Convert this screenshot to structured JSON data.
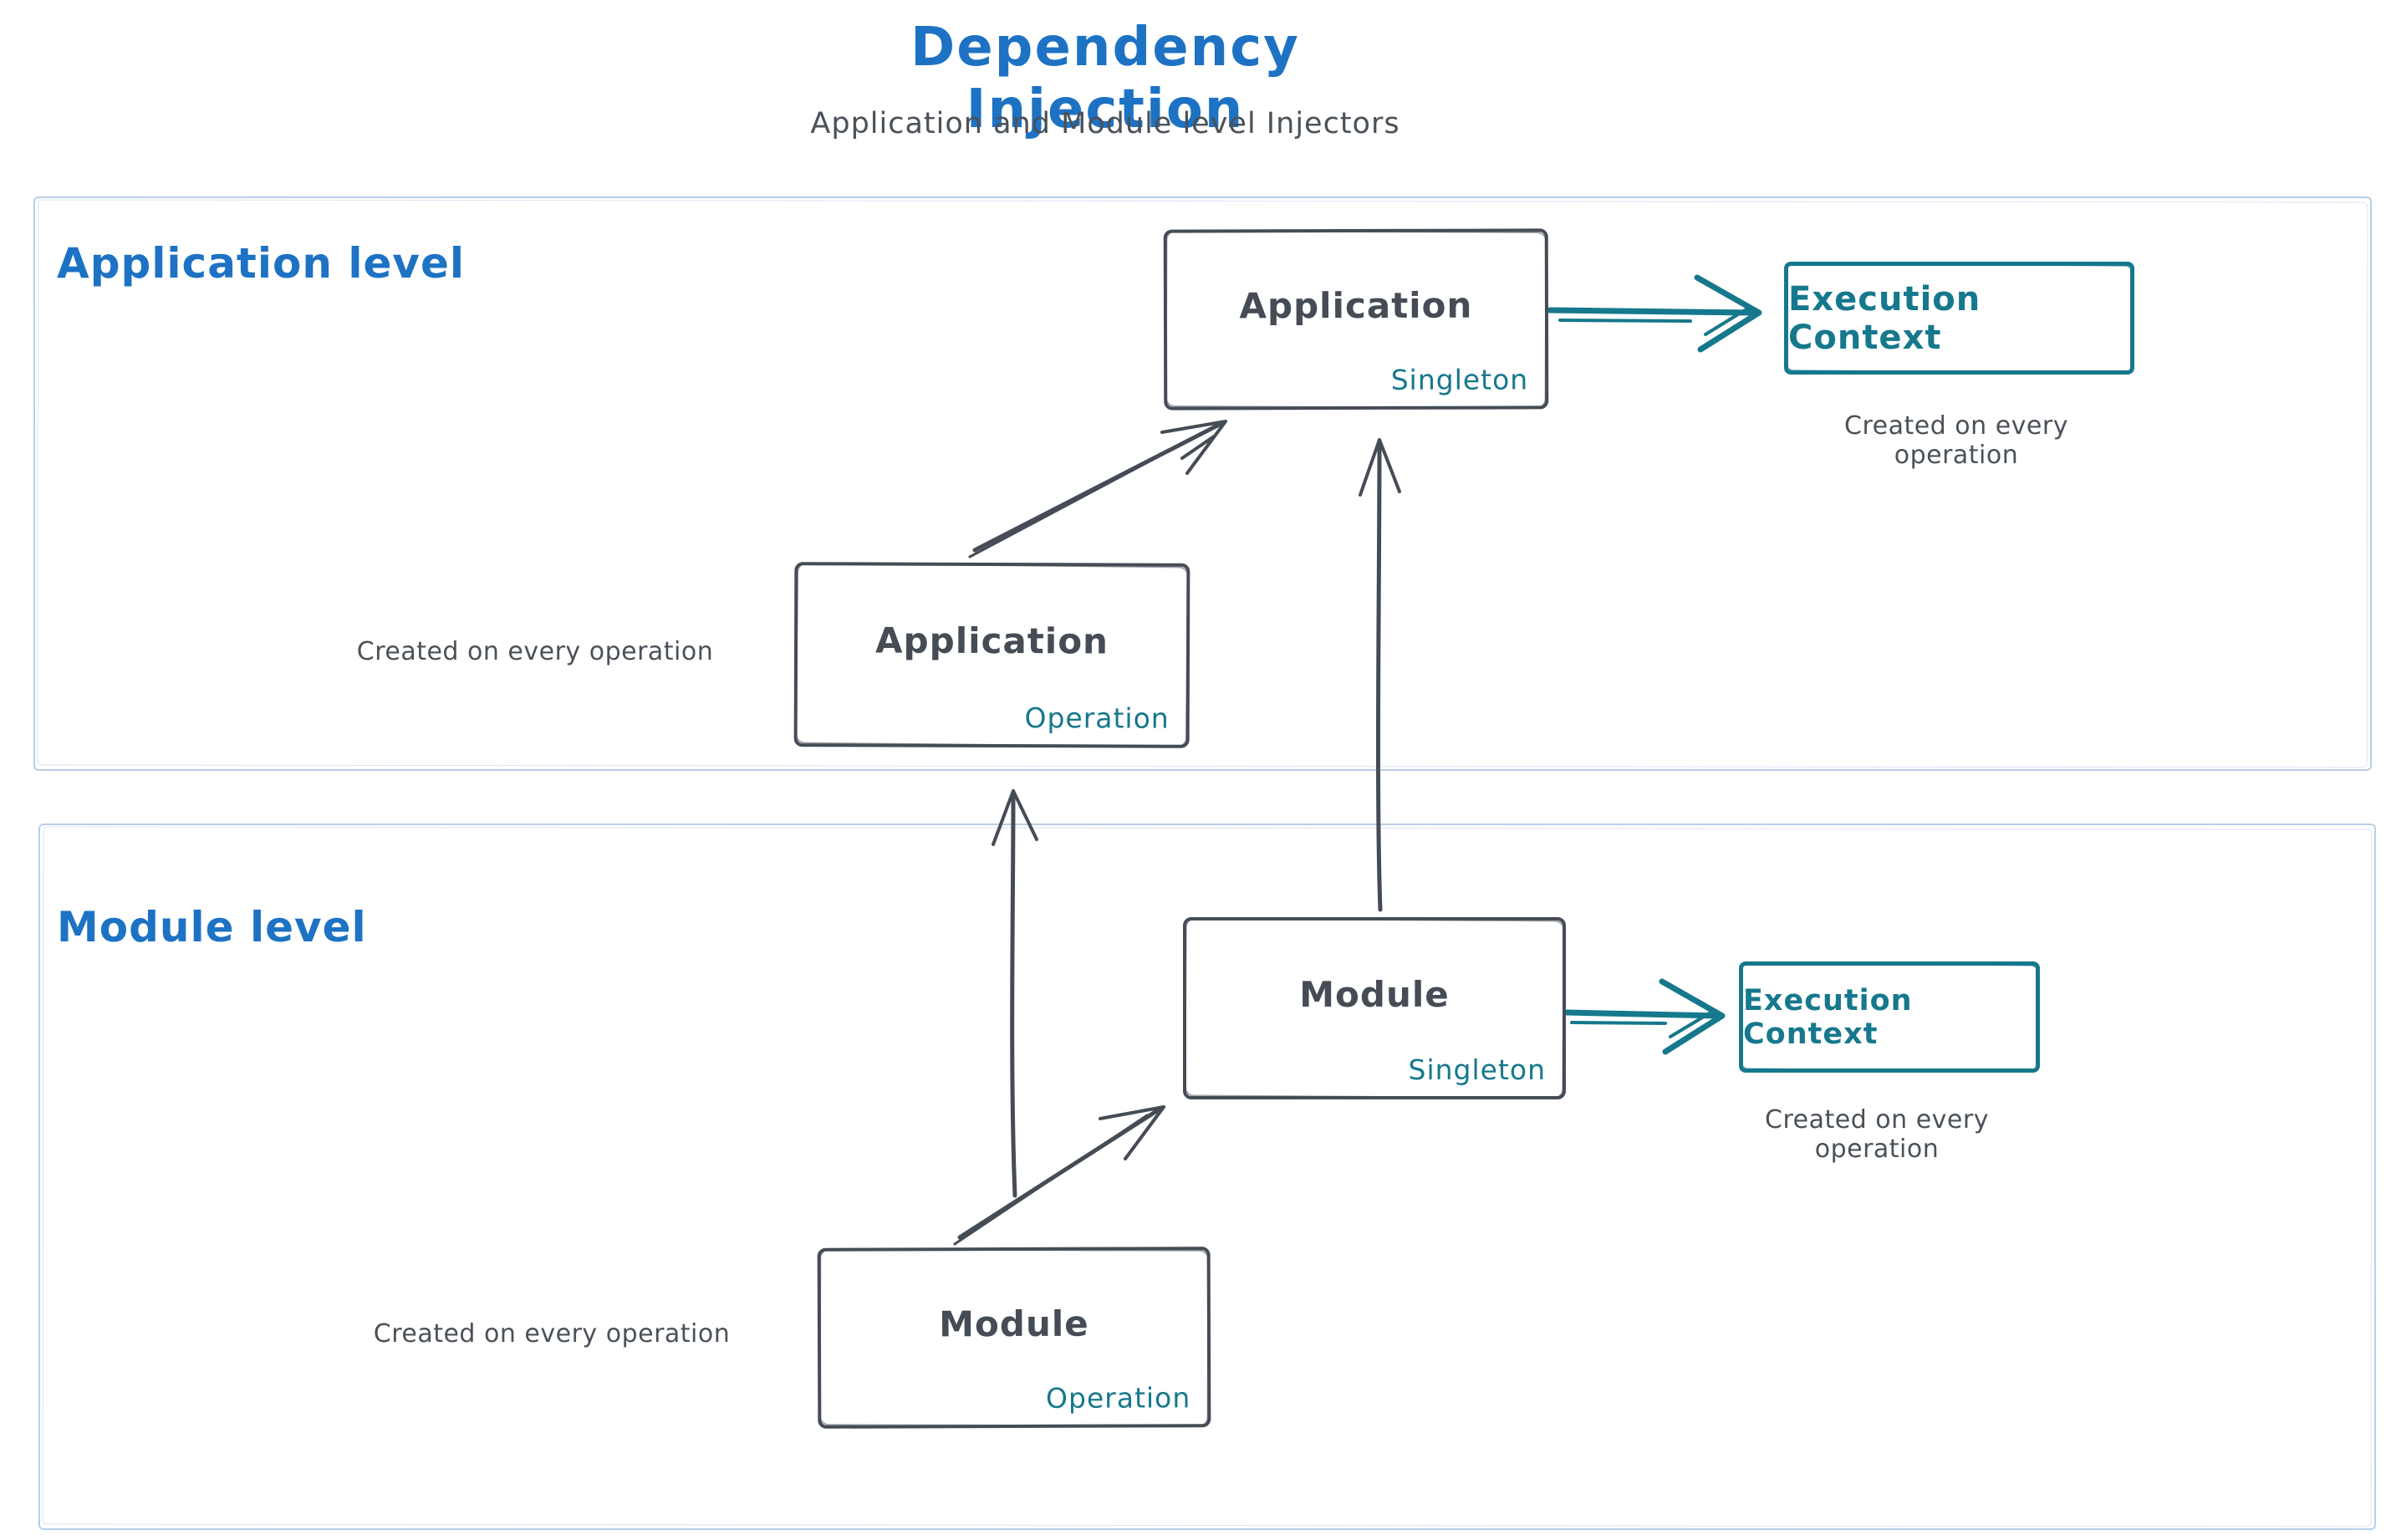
{
  "header": {
    "title": "Dependency Injection",
    "subtitle": "Application and Module level Injectors"
  },
  "sections": {
    "application": {
      "label": "Application level",
      "singleton_box": {
        "title": "Application",
        "scope": "Singleton"
      },
      "operation_box": {
        "title": "Application",
        "scope": "Operation"
      },
      "operation_caption": "Created on every operation",
      "execution_context": {
        "label": "Execution Context",
        "caption": "Created on every operation"
      }
    },
    "module": {
      "label": "Module level",
      "singleton_box": {
        "title": "Module",
        "scope": "Singleton"
      },
      "operation_box": {
        "title": "Module",
        "scope": "Operation"
      },
      "operation_caption": "Created on every operation",
      "execution_context": {
        "label": "Execution Context",
        "caption": "Created on every operation"
      }
    }
  },
  "colors": {
    "blue": "#1d72c4",
    "teal": "#16788c",
    "dark": "#454c55",
    "section_border": "#b7cfe9"
  }
}
